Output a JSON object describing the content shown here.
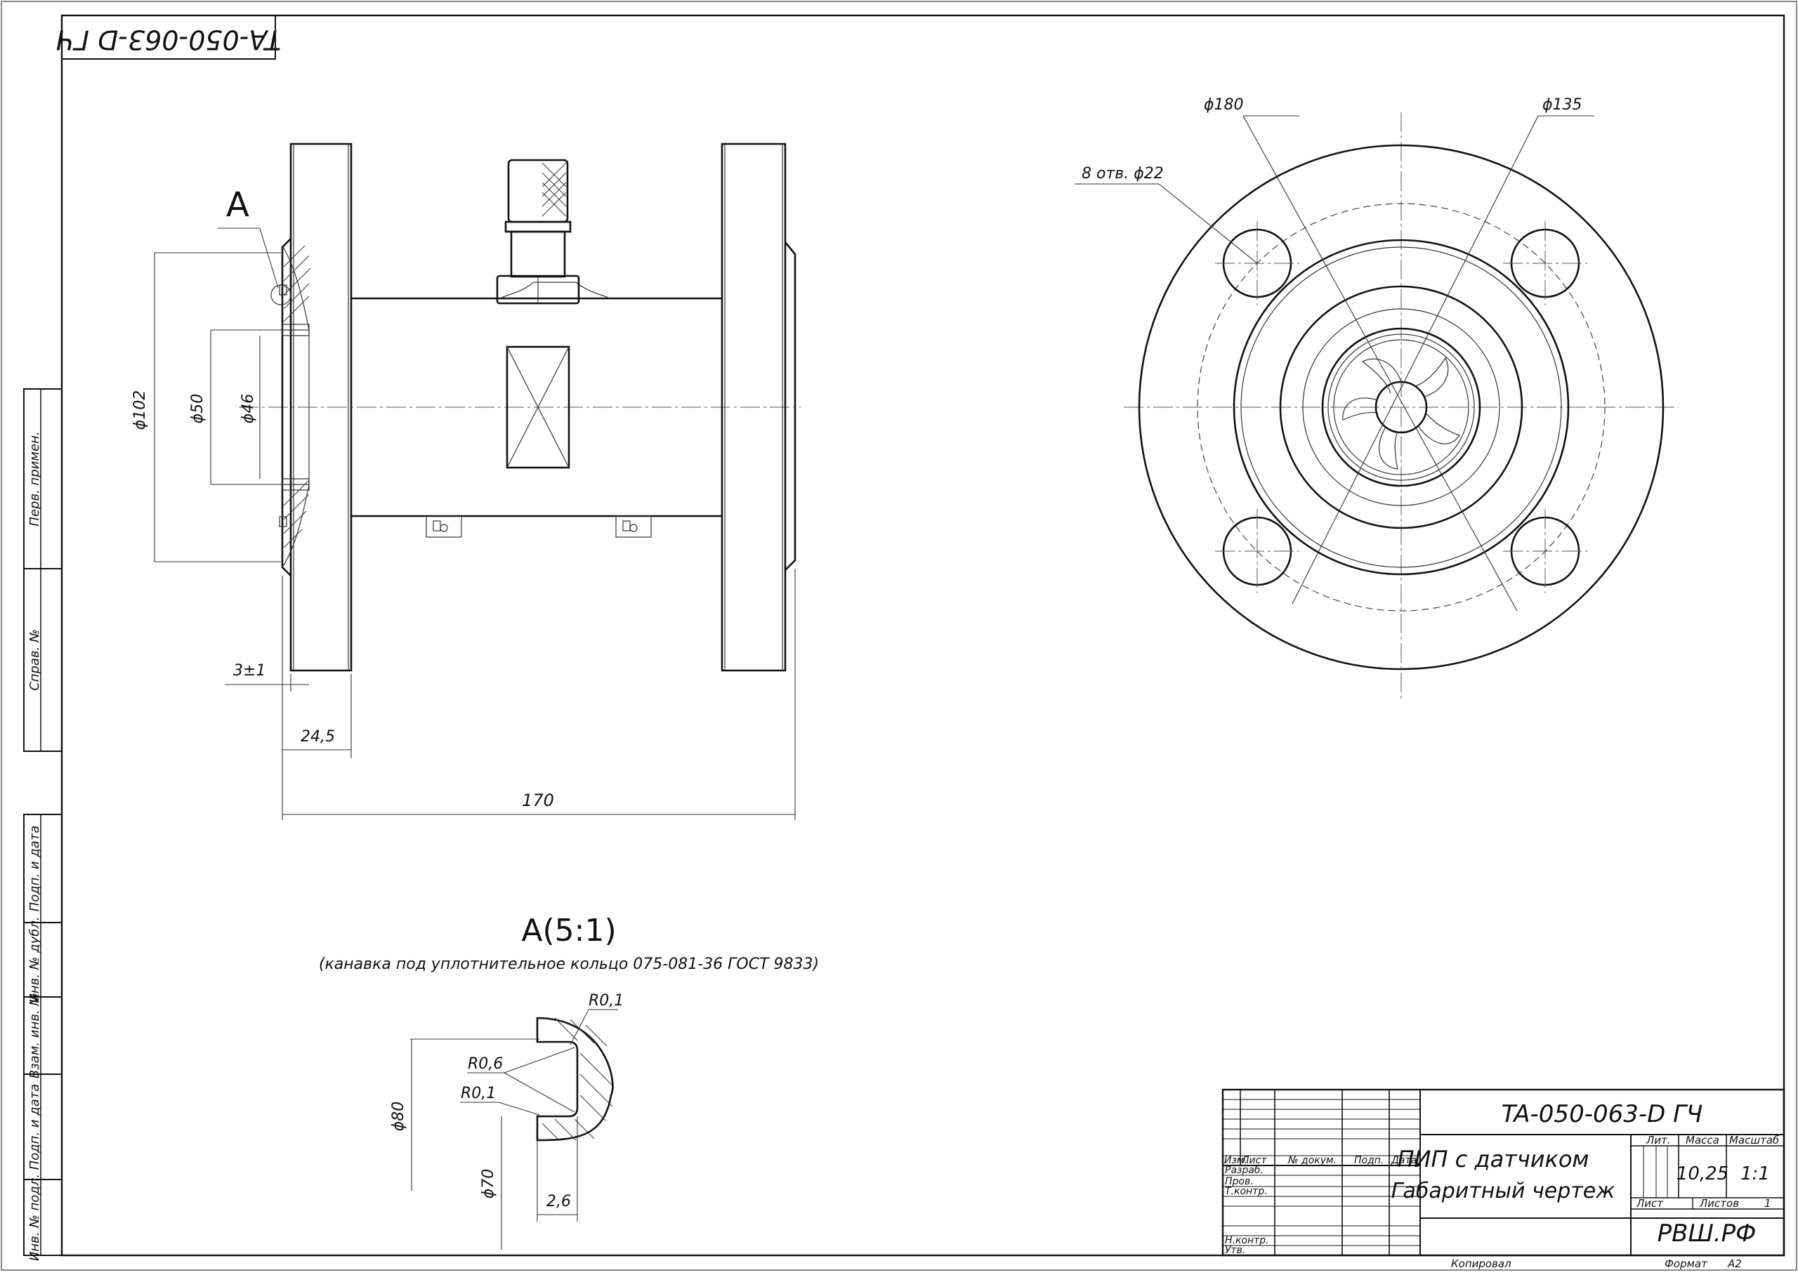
{
  "drawing": {
    "stamp_code": "TA-050-063-D ГЧ",
    "view_label": "A",
    "detail_title": "A(5:1)",
    "detail_note": "(канавка под уплотнительное кольцо 075-081-36 ГОСТ 9833)"
  },
  "side_dims": {
    "d102": "ϕ102",
    "d50": "ϕ50",
    "d46": "ϕ46",
    "gap": "3±1",
    "w245": "24,5",
    "len": "170"
  },
  "front_dims": {
    "d180": "ϕ180",
    "d135": "ϕ135",
    "holes": "8 отв. ϕ22"
  },
  "detail_dims": {
    "r01_top": "R0,1",
    "r06": "R0,6",
    "r01_bot": "R0,1",
    "d80": "ϕ80",
    "d70": "ϕ70",
    "w26": "2,6"
  },
  "left_strip": {
    "perv": "Перв. примен.",
    "sprav": "Справ. №",
    "podp1": "Подп. и дата",
    "invdubl": "Инв. № дубл.",
    "vzam": "Взам. инв. №",
    "podp2": "Подп. и дата",
    "invpodl": "Инв. № подл."
  },
  "title_block": {
    "code": "TA-050-063-D ГЧ",
    "name1": "ПИП с датчиком",
    "name2": "Габаритный чертеж",
    "col_izm": "Изм.",
    "col_list": "Лист",
    "col_doc": "№ докум.",
    "col_podp": "Подп.",
    "col_data": "Дата",
    "razrab": "Разраб.",
    "prov": "Пров.",
    "tkontr": "Т.контр.",
    "nkontr": "Н.контр.",
    "utv": "Утв.",
    "lit": "Лит.",
    "massa": "Масса",
    "masshtab": "Масштаб",
    "massa_val": "10,25",
    "masshtab_val": "1:1",
    "list": "Лист",
    "listov": "Листов",
    "listov_val": "1",
    "org": "РВШ.РФ",
    "kopiroval": "Копировал",
    "format": "Формат",
    "format_val": "A2"
  }
}
